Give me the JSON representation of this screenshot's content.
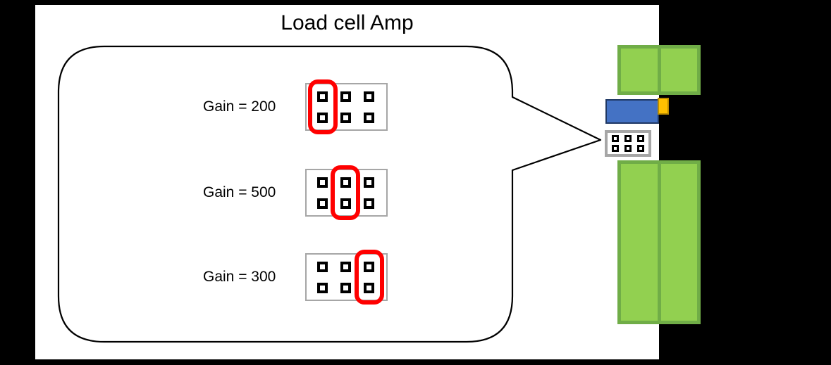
{
  "title": "Load cell Amp",
  "callout": {
    "options": [
      {
        "label": "Gain = 200",
        "selected_column": "1"
      },
      {
        "label": "Gain = 500",
        "selected_column": "2"
      },
      {
        "label": "Gain = 300",
        "selected_column": "3"
      }
    ]
  },
  "board": {
    "jumper_header": {
      "columns": 3,
      "rows": 2
    }
  },
  "colors": {
    "terminal_green_fill": "#92D050",
    "terminal_green_border": "#70AD47",
    "component_blue_fill": "#4472C4",
    "component_blue_border": "#1F3864",
    "component_orange_fill": "#FFC000",
    "component_orange_border": "#BC8C00",
    "highlight_red": "#FF0000",
    "jumper_border_gray": "#A6A6A6"
  }
}
